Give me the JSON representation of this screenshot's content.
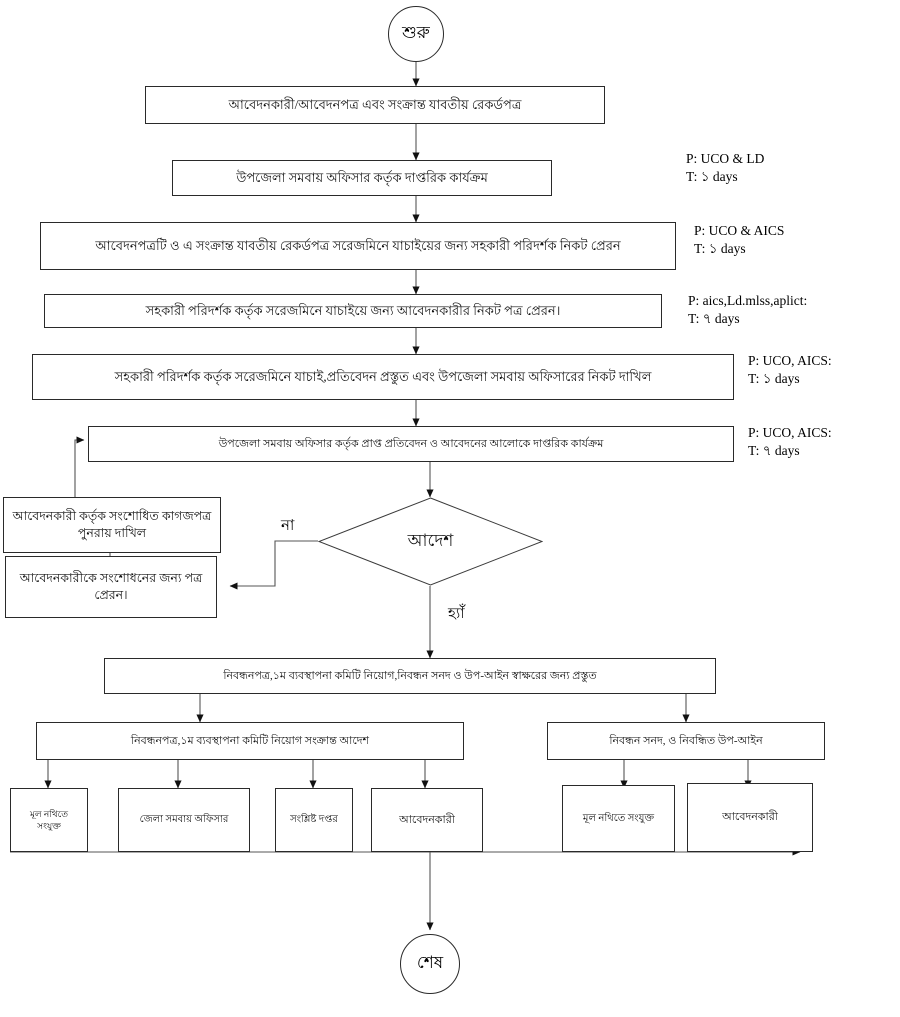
{
  "diagram": {
    "title": "Cooperative Society Registration Process Flowchart",
    "language": "bn",
    "stroke_color": "#2a2a2a",
    "text_color": "#111111",
    "background": "#ffffff"
  },
  "terminals": {
    "start": "শুরু",
    "end": "শেষ"
  },
  "steps": [
    {
      "id": "step1",
      "label": "আবেদনকারী/আবেদনপত্র এবং সংক্রান্ত যাবতীয় রেকর্ডপত্র"
    },
    {
      "id": "step2",
      "label": "উপজেলা সমবায় অফিসার কর্তৃক দাপ্তরিক কার্যক্রম"
    },
    {
      "id": "step3",
      "label": "আবেদনপত্রটি ও এ সংক্রান্ত যাবতীয় রেকর্ডপত্র সরেজমিনে যাচাইয়ের জন্য সহকারী পরিদর্শক নিকট প্রেরন"
    },
    {
      "id": "step4",
      "label": "সহকারী পরিদর্শক কর্তৃক সরেজমিনে যাচাইয়ে জন্য আবেদনকারীর নিকট পত্র প্রেরন।"
    },
    {
      "id": "step5",
      "label": "সহকারী পরিদর্শক কর্তৃক সরেজমিনে যাচাই,প্রতিবেদন প্রস্তুত এবং উপজেলা সমবায় অফিসারের নিকট দাখিল"
    },
    {
      "id": "step6",
      "label": "উপজেলা সমবায় অফিসার কর্তৃক প্রাপ্ত প্রতিবেদন ও আবেদনের আলোকে দাপ্তরিক কার্যক্রম"
    }
  ],
  "annotations": [
    {
      "for": "step2",
      "p": "P: UCO & LD",
      "t": "T: ১ days"
    },
    {
      "for": "step3",
      "p": "P: UCO & AICS",
      "t": "T: ১ days"
    },
    {
      "for": "step4",
      "p": "P: aics,Ld.mlss,aplict:",
      "t": "T: ৭ days"
    },
    {
      "for": "step5",
      "p": "P: UCO, AICS:",
      "t": "T: ১ days"
    },
    {
      "for": "step6",
      "p": "P: UCO, AICS:",
      "t": "T: ৭ days"
    }
  ],
  "decision": {
    "label": "আদেশ",
    "no_label": "না",
    "yes_label": "হ্যাঁ"
  },
  "rework": [
    {
      "id": "resubmit",
      "label": "আবেদনকারী কর্তৃক সংশোধিত কাগজপত্র পুনরায় দাখিল"
    },
    {
      "id": "notify",
      "label": "আবেদনকারীকে সংশোধনের জন্য পত্র প্রেরন।"
    }
  ],
  "approved": {
    "prepare": "নিবন্ধনপত্র,১ম ব্যবস্থাপনা কমিটি নিয়োগ,নিবন্ধন সনদ ও উপ-আইন স্বাক্ষরের জন্য প্রস্তুত",
    "branches": [
      {
        "id": "branch_order",
        "label": "নিবন্ধনপত্র,১ম ব্যবস্থাপনা কমিটি নিয়োগ সংক্রান্ত আদেশ"
      },
      {
        "id": "branch_cert",
        "label": "নিবন্ধন সনদ,  ও নিবন্ধিত উপ-আইন"
      }
    ]
  },
  "distribution": [
    {
      "id": "dist1",
      "label": "মূল নথিতে সংযুক্ত",
      "group": "branch_order"
    },
    {
      "id": "dist2",
      "label": "জেলা সমবায় অফিসার",
      "group": "branch_order"
    },
    {
      "id": "dist3",
      "label": "সংশ্লিষ্ট দপ্তর",
      "group": "branch_order"
    },
    {
      "id": "dist4",
      "label": "আবেদনকারী",
      "group": "branch_order"
    },
    {
      "id": "dist5",
      "label": "মূল নথিতে সংযুক্ত",
      "group": "branch_cert"
    },
    {
      "id": "dist6",
      "label": "আবেদনকারী",
      "group": "branch_cert"
    }
  ]
}
